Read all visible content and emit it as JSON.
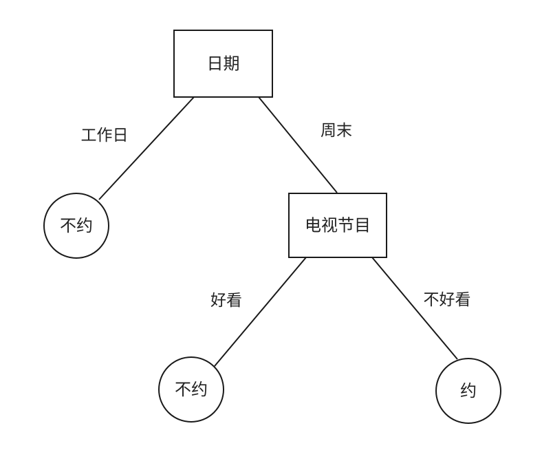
{
  "diagram": {
    "root": {
      "label": "日期"
    },
    "edges": {
      "weekday": "工作日",
      "weekend": "周末",
      "good": "好看",
      "not_good": "不好看"
    },
    "nodes": {
      "tv": "电视节目",
      "leaf_weekday": "不约",
      "leaf_good": "不约",
      "leaf_not_good": "约"
    }
  }
}
